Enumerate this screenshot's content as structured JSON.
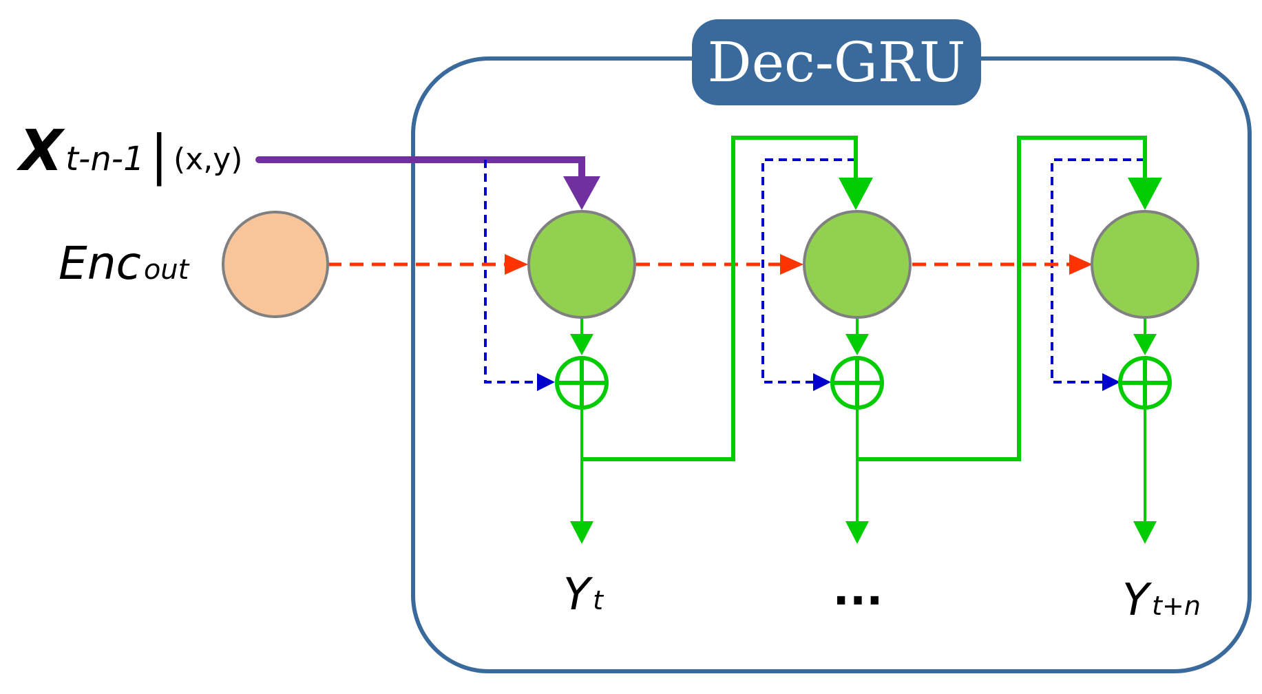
{
  "title": "Dec-GRU",
  "input": {
    "main": "X",
    "sub": "t-n-1",
    "bar": "|",
    "coords": "(x,y)"
  },
  "encoder": {
    "main": "Enc",
    "sub": "out"
  },
  "outputs": [
    {
      "main": "Y",
      "sub": "t"
    },
    {
      "main": "...",
      "sub": ""
    },
    {
      "main": "Y",
      "sub": "t+n"
    }
  ],
  "colors": {
    "frame": "#3a6a9b",
    "title_bg": "#3a6a9b",
    "gru_cell": "#92d050",
    "encoder_node": "#f8c49a",
    "node_stroke": "#808080",
    "residual": "#00cc00",
    "input_arrow": "#7030a0",
    "hidden_state": "#ff3300",
    "skip": "#0000cc"
  }
}
